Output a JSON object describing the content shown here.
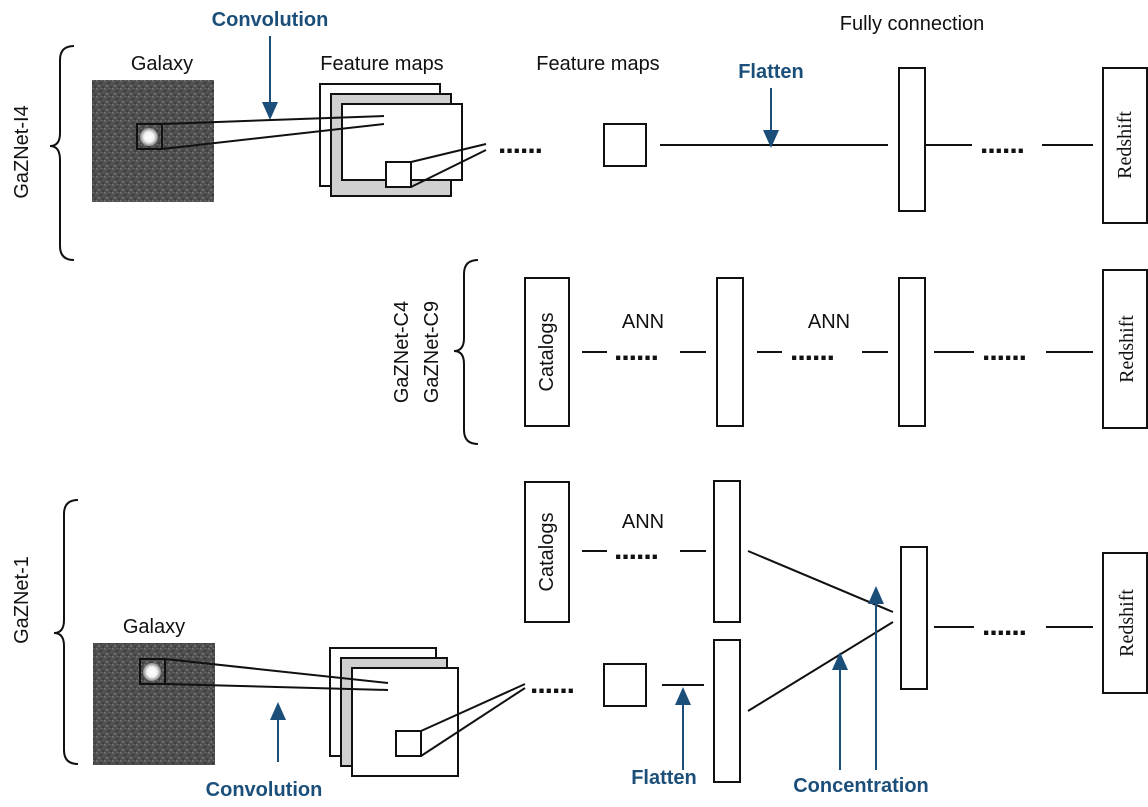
{
  "colors": {
    "accent": "#1b4f7a",
    "ink": "#111111",
    "galaxy_bg": "#555555",
    "map_gray": "#d0d0d0"
  },
  "labels": {
    "convolution": "Convolution",
    "feature_maps": "Feature maps",
    "fully_connection": "Fully connection",
    "flatten": "Flatten",
    "galaxy": "Galaxy",
    "redshift": "Redshift",
    "catalogs": "Catalogs",
    "ann": "ANN",
    "concentration": "Concentration",
    "dots": "......"
  },
  "models": {
    "top": "GaZNet-I4",
    "middle_1": "GaZNet-C4",
    "middle_2": "GaZNet-C9",
    "bottom": "GaZNet-1"
  }
}
